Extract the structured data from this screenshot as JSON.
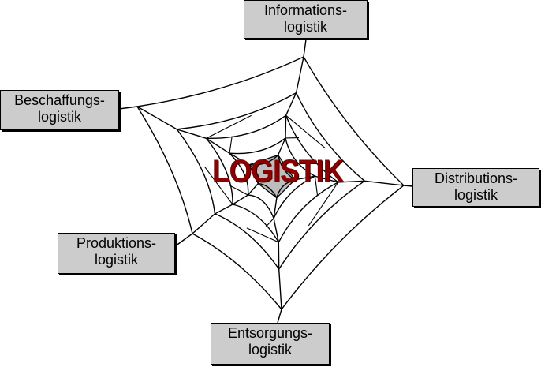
{
  "center": {
    "label": "LOGISTIK",
    "color": "#8b0000"
  },
  "nodes": [
    {
      "id": "informations",
      "line1": "Informations-",
      "line2": "logistik"
    },
    {
      "id": "distributions",
      "line1": "Distributions-",
      "line2": "logistik"
    },
    {
      "id": "entsorgungs",
      "line1": "Entsorgungs-",
      "line2": "logistik"
    },
    {
      "id": "produktions",
      "line1": "Produktions-",
      "line2": "logistik"
    },
    {
      "id": "beschaffungs",
      "line1": "Beschaffungs-",
      "line2": "logistik"
    }
  ],
  "colors": {
    "box_fill": "#cccccc",
    "line": "#000000",
    "core_fill": "#bdbdbd"
  }
}
